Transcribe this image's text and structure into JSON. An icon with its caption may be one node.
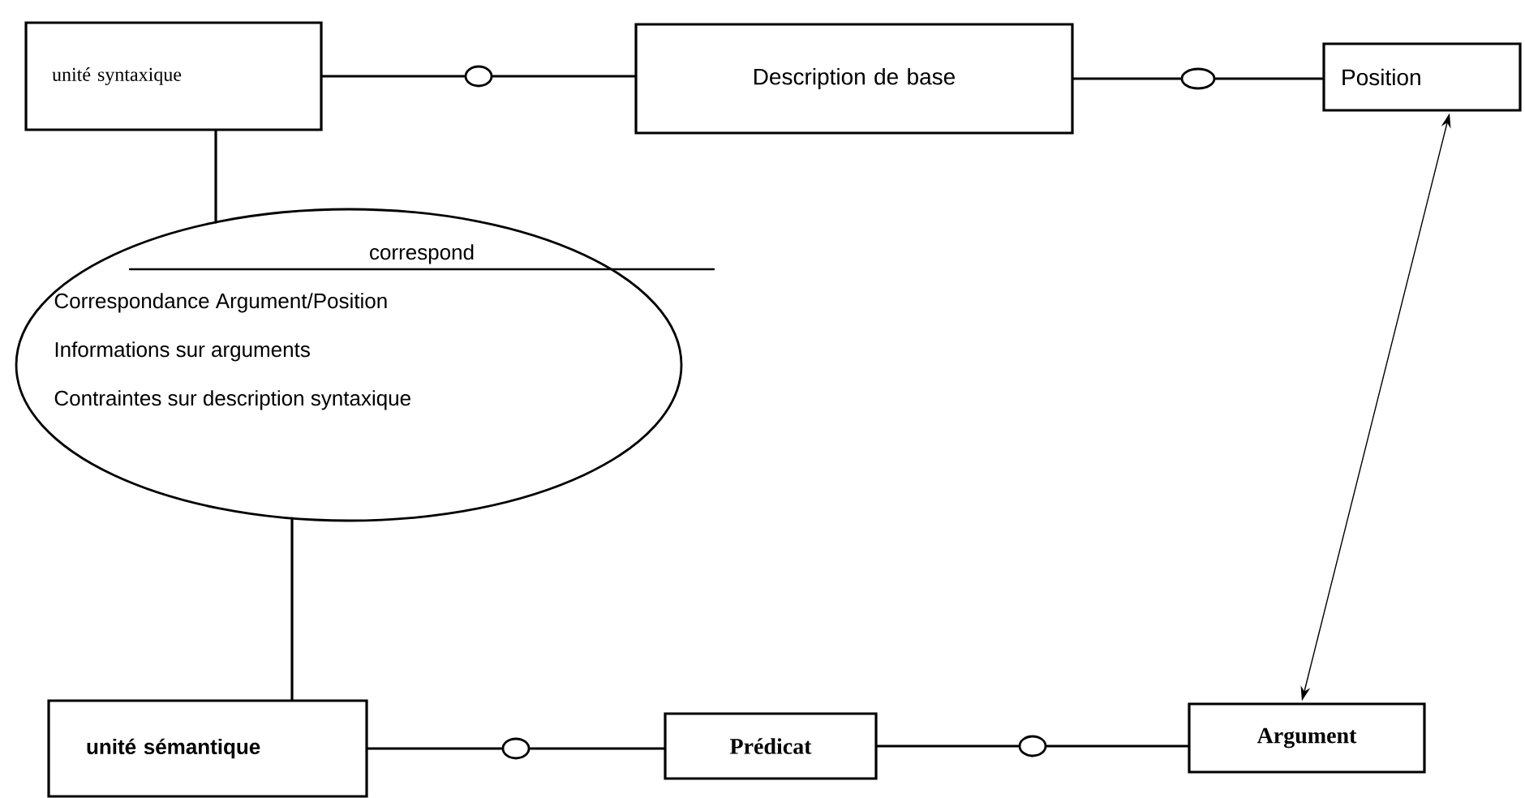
{
  "diagram": {
    "nodes": [
      {
        "text": [
          "unité syntaxique"
        ]
      },
      {
        "text": [
          "Description de base"
        ]
      },
      {
        "text": [
          "Position"
        ]
      },
      {
        "text": [
          "correspond",
          "Correspondance Argument/Position",
          "Informations sur arguments",
          "Contraintes sur description syntaxique"
        ]
      },
      {
        "text": [
          "unité sémantique"
        ]
      },
      {
        "text": [
          "Prédicat"
        ]
      },
      {
        "text": [
          "Argument"
        ]
      }
    ],
    "edges": [
      {
        "from": 0,
        "to": 1,
        "arrow": "none"
      },
      {
        "from": 1,
        "to": 2,
        "arrow": "none"
      },
      {
        "from": 0,
        "to": 3,
        "arrow": "none"
      },
      {
        "from": 3,
        "to": 4,
        "arrow": "none"
      },
      {
        "from": 4,
        "to": 5,
        "arrow": "none"
      },
      {
        "from": 5,
        "to": 6,
        "arrow": "none"
      },
      {
        "from": 2,
        "to": 6,
        "arrow": "both"
      }
    ]
  }
}
